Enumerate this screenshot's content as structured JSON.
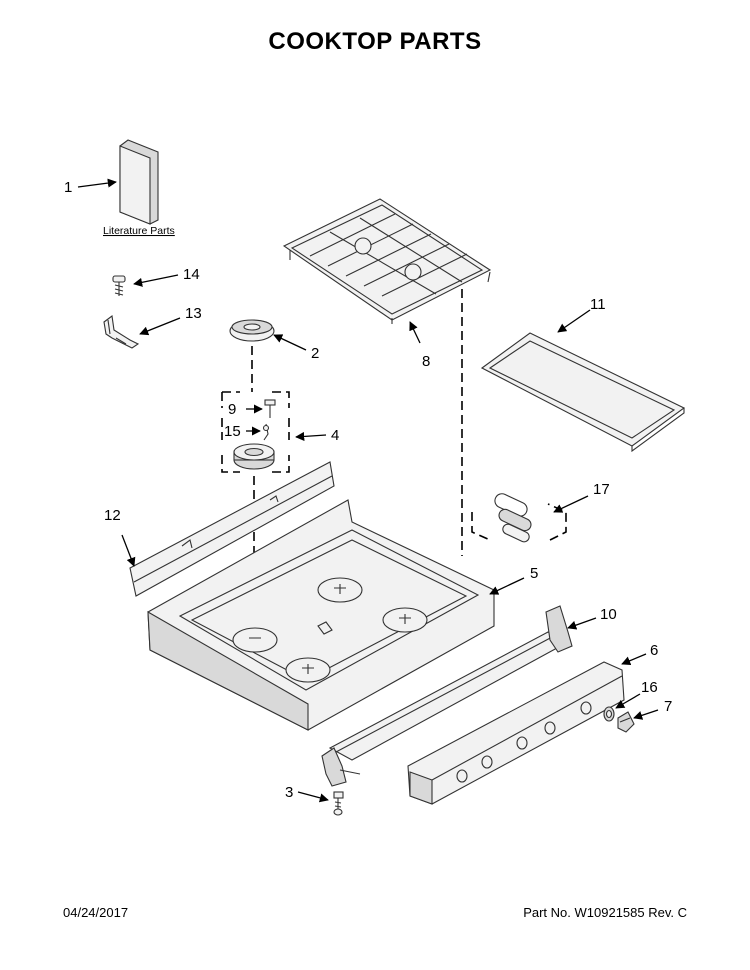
{
  "title": "COOKTOP PARTS",
  "literature_label": "Literature Parts",
  "callouts": {
    "c1": "1",
    "c2": "2",
    "c3": "3",
    "c4": "4",
    "c5": "5",
    "c6": "6",
    "c7": "7",
    "c8": "8",
    "c9": "9",
    "c10": "10",
    "c11": "11",
    "c12": "12",
    "c13": "13",
    "c14": "14",
    "c15": "15",
    "c16": "16",
    "c17": "17"
  },
  "footer": {
    "date": "04/24/2017",
    "part_no": "Part No.  W10921585   Rev.  C"
  }
}
